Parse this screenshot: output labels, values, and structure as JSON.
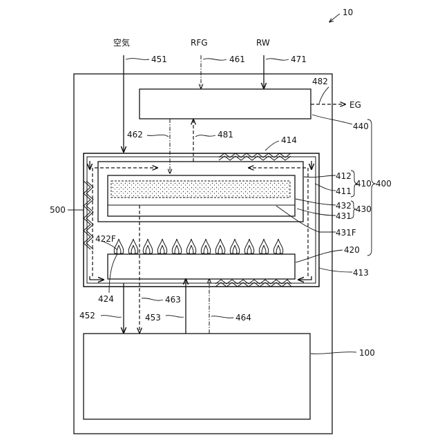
{
  "figure": {
    "number": "10",
    "inputs": {
      "air": "空気",
      "rfg": "RFG",
      "rw": "RW"
    },
    "output": "EG",
    "refs": {
      "r451": "451",
      "r461": "461",
      "r471": "471",
      "r482": "482",
      "r440": "440",
      "r462": "462",
      "r481": "481",
      "r414": "414",
      "r412": "412",
      "r411": "411",
      "r410": "410",
      "r400": "400",
      "r432": "432",
      "r431": "431",
      "r430": "430",
      "r500": "500",
      "r431F": "431F",
      "r422F": "422F",
      "r420": "420",
      "r413": "413",
      "r424": "424",
      "r463": "463",
      "r452": "452",
      "r453": "453",
      "r464": "464",
      "r100": "100"
    }
  }
}
